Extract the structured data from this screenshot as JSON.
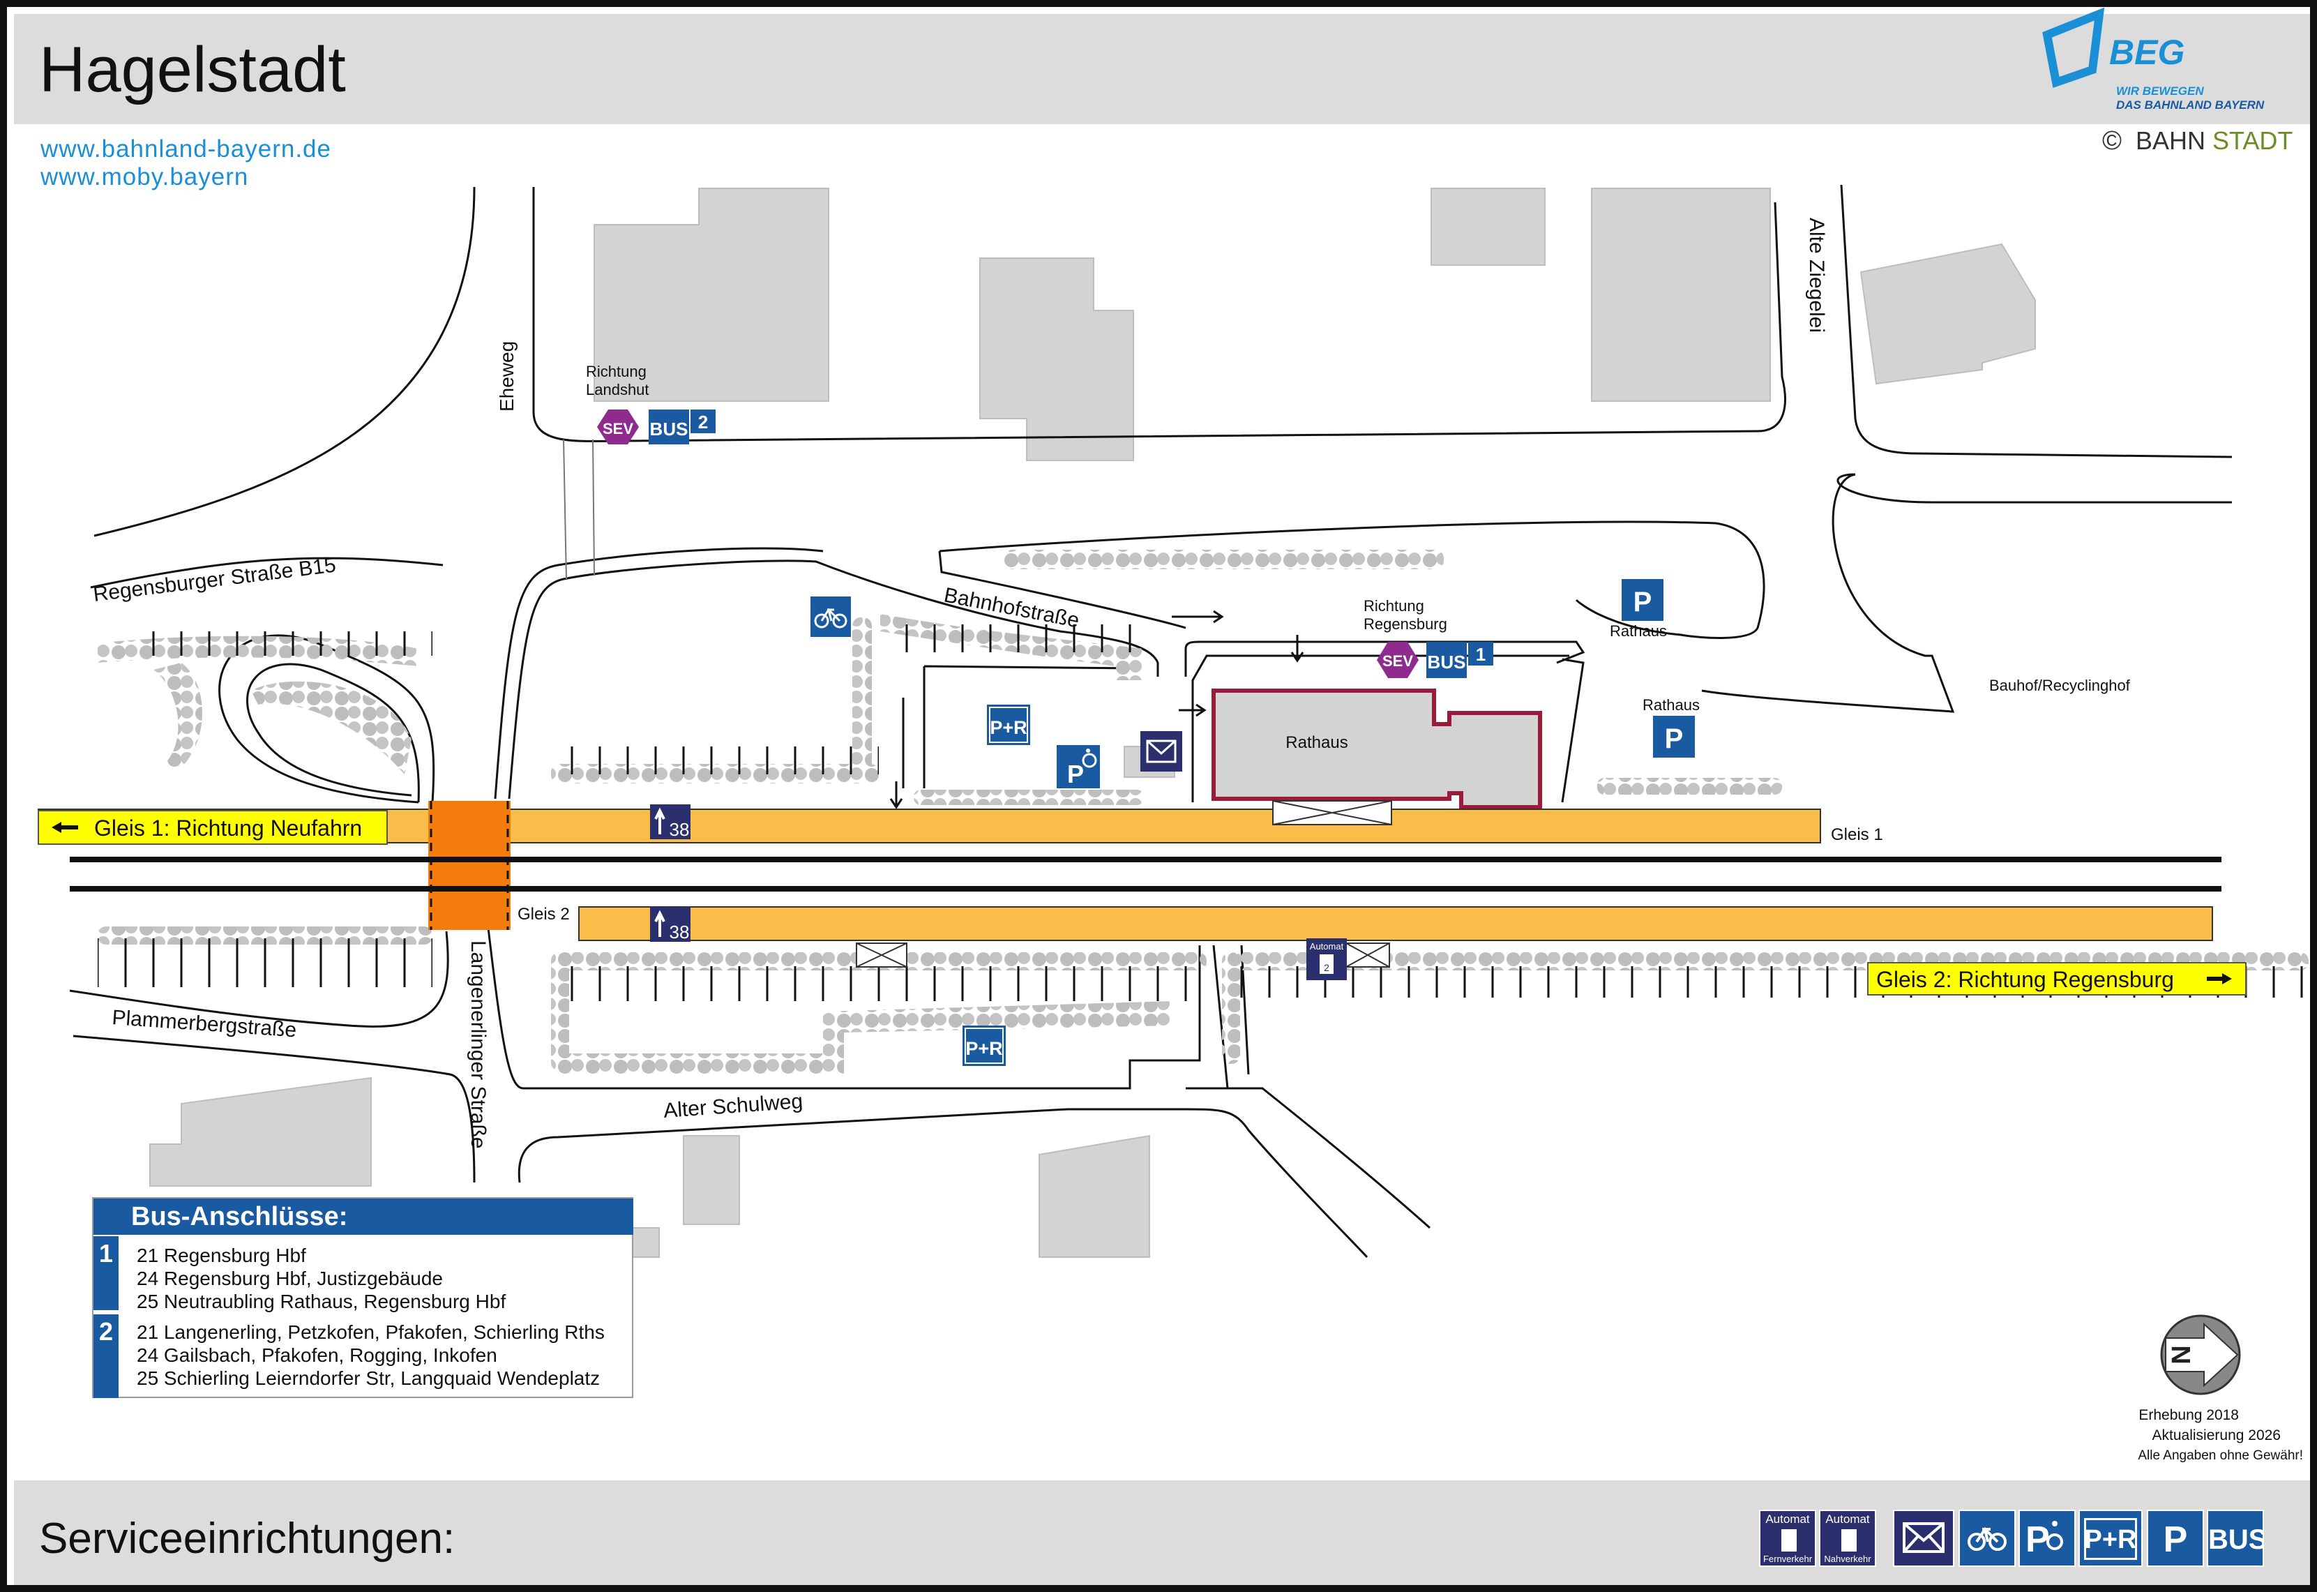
{
  "header": {
    "title": "Hagelstadt",
    "logo_name": "BEG",
    "logo_tagline_1": "WIR BEWEGEN",
    "logo_tagline_2": "DAS BAHNLAND BAYERN",
    "copyright_symbol": "©",
    "copyright_part1": "BAHN",
    "copyright_part2": "STADT"
  },
  "links": [
    "www.bahnland-bayern.de",
    "www.moby.bayern"
  ],
  "streets": {
    "eheweg": "Eheweg",
    "alte_ziegelei": "Alte Ziegelei",
    "regensburger": "Regensburger Straße B15",
    "bahnhofstrasse": "Bahnhofstraße",
    "plammerberg": "Plammerbergstraße",
    "langenerlinger": "Langenerlinger Straße",
    "alter_schulweg": "Alter Schulweg"
  },
  "places": {
    "rathaus_building": "Rathaus",
    "rathaus_parking_1": "Rathaus",
    "rathaus_parking_2": "Rathaus",
    "bauhof": "Bauhof/Recyclinghof"
  },
  "stops": {
    "landshut_line1": "Richtung",
    "landshut_line2": "Landshut",
    "landshut_stop_num": "2",
    "regensburg_line1": "Richtung",
    "regensburg_line2": "Regensburg",
    "regensburg_stop_num": "1",
    "sev": "SEV",
    "bus": "BUS"
  },
  "tracks": {
    "gleis1_label": "Gleis 1",
    "gleis2_label": "Gleis 2",
    "gleis1_direction": "Gleis 1: Richtung Neufahrn",
    "gleis2_direction": "Gleis 2: Richtung Regensburg",
    "platform_height": "38"
  },
  "icons": {
    "pr": "P+R",
    "p": "P",
    "automat": "Automat",
    "automat_digit": "2"
  },
  "bus_connections": {
    "title": "Bus-Anschlüsse:",
    "groups": [
      {
        "stop": "1",
        "lines": [
          "21 Regensburg Hbf",
          "24 Regensburg Hbf, Justizgebäude",
          "25 Neutraubling Rathaus, Regensburg Hbf"
        ]
      },
      {
        "stop": "2",
        "lines": [
          "21 Langenerling, Petzkofen, Pfakofen, Schierling Rths",
          "24 Gailsbach, Pfakofen, Rogging, Inkofen",
          "25 Schierling Leierndorfer Str, Langquaid Wendeplatz"
        ]
      }
    ]
  },
  "notes": {
    "compass": "N",
    "survey": "Erhebung 2018",
    "update": "Aktualisierung 2026",
    "disclaimer": "Alle Angaben ohne Gewähr!"
  },
  "footer": {
    "title": "Serviceeinrichtungen:",
    "legend": [
      {
        "icon": "ticket-machine-long-distance-icon",
        "top": "Automat",
        "bottom": "Fernverkehr"
      },
      {
        "icon": "ticket-machine-regional-icon",
        "top": "Automat",
        "bottom": "Nahverkehr"
      },
      {
        "icon": "mailbox-icon"
      },
      {
        "icon": "bicycle-parking-icon"
      },
      {
        "icon": "disabled-parking-icon",
        "text": "P"
      },
      {
        "icon": "park-and-ride-icon",
        "text": "P+R"
      },
      {
        "icon": "parking-icon",
        "text": "P"
      },
      {
        "icon": "bus-icon",
        "text": "BUS"
      }
    ]
  },
  "colors": {
    "platform": "#fbbd4a",
    "crossing": "#f47c0c",
    "direction_sign": "#ffff00",
    "icon_blue": "#1a5aa0",
    "icon_dark": "#2c2f6e",
    "sev": "#8f2a8f",
    "rathaus_outline": "#9b1b3a",
    "building": "#d3d3d3",
    "link": "#1a8fd6"
  }
}
